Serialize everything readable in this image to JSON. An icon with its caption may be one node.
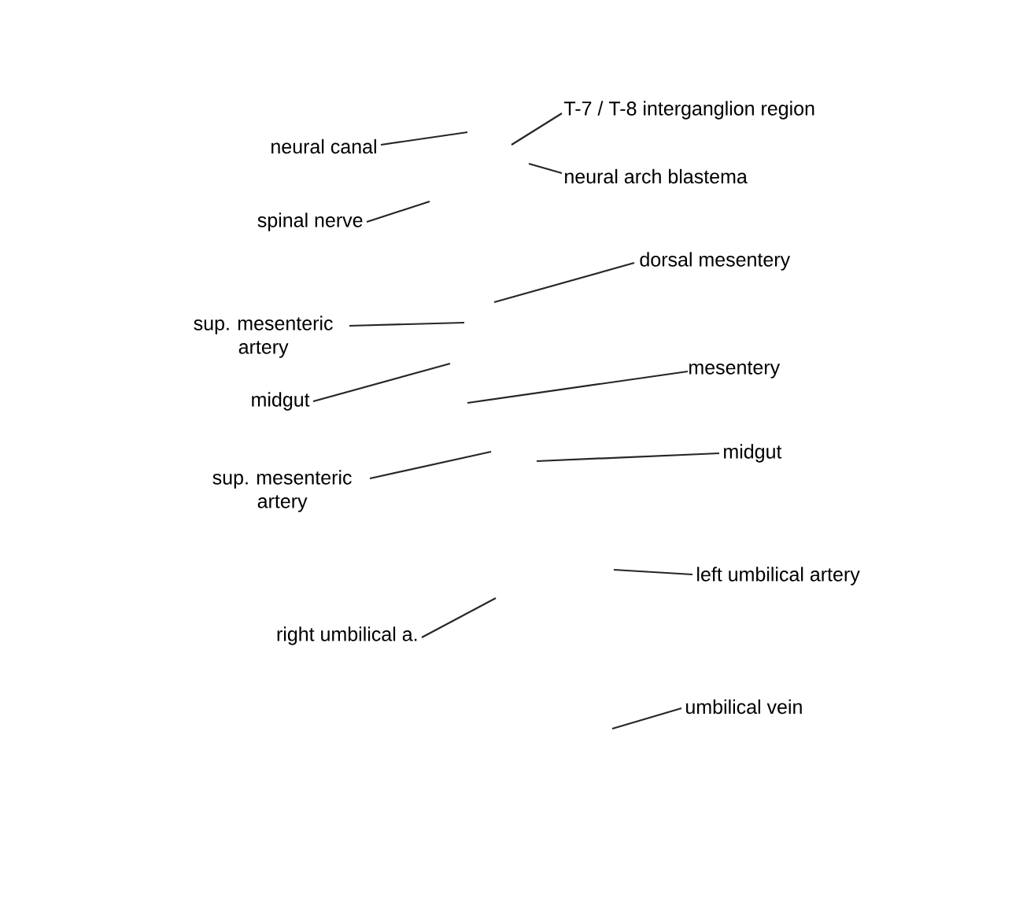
{
  "diagram": {
    "nodes": [
      {
        "text": [
          "neural canal"
        ]
      },
      {
        "text": [
          "T-7 / T-8 interganglion region"
        ]
      },
      {
        "text": [
          "neural arch blastema"
        ]
      },
      {
        "text": [
          "spinal nerve"
        ]
      },
      {
        "text": [
          "dorsal mesentery"
        ]
      },
      {
        "text": [
          "sup. mesenteric artery"
        ]
      },
      {
        "text": [
          "midgut"
        ]
      },
      {
        "text": [
          "mesentery"
        ]
      },
      {
        "text": [
          "sup. mesenteric artery"
        ]
      },
      {
        "text": [
          "midgut"
        ]
      },
      {
        "text": [
          "left umbilical artery"
        ]
      },
      {
        "text": [
          "right umbilical a."
        ]
      },
      {
        "text": [
          "umbilical vein"
        ]
      }
    ],
    "edges": [
      {
        "from": 0,
        "to": null,
        "arrow": "none"
      },
      {
        "from": 1,
        "to": null,
        "arrow": "none"
      },
      {
        "from": 2,
        "to": null,
        "arrow": "none"
      },
      {
        "from": 3,
        "to": null,
        "arrow": "none"
      },
      {
        "from": 4,
        "to": null,
        "arrow": "none"
      },
      {
        "from": 5,
        "to": null,
        "arrow": "none"
      },
      {
        "from": 6,
        "to": null,
        "arrow": "none"
      },
      {
        "from": 7,
        "to": null,
        "arrow": "none"
      },
      {
        "from": 8,
        "to": null,
        "arrow": "none"
      },
      {
        "from": 9,
        "to": null,
        "arrow": "none"
      },
      {
        "from": 10,
        "to": null,
        "arrow": "none"
      },
      {
        "from": 11,
        "to": null,
        "arrow": "none"
      },
      {
        "from": 12,
        "to": null,
        "arrow": "none"
      }
    ]
  }
}
